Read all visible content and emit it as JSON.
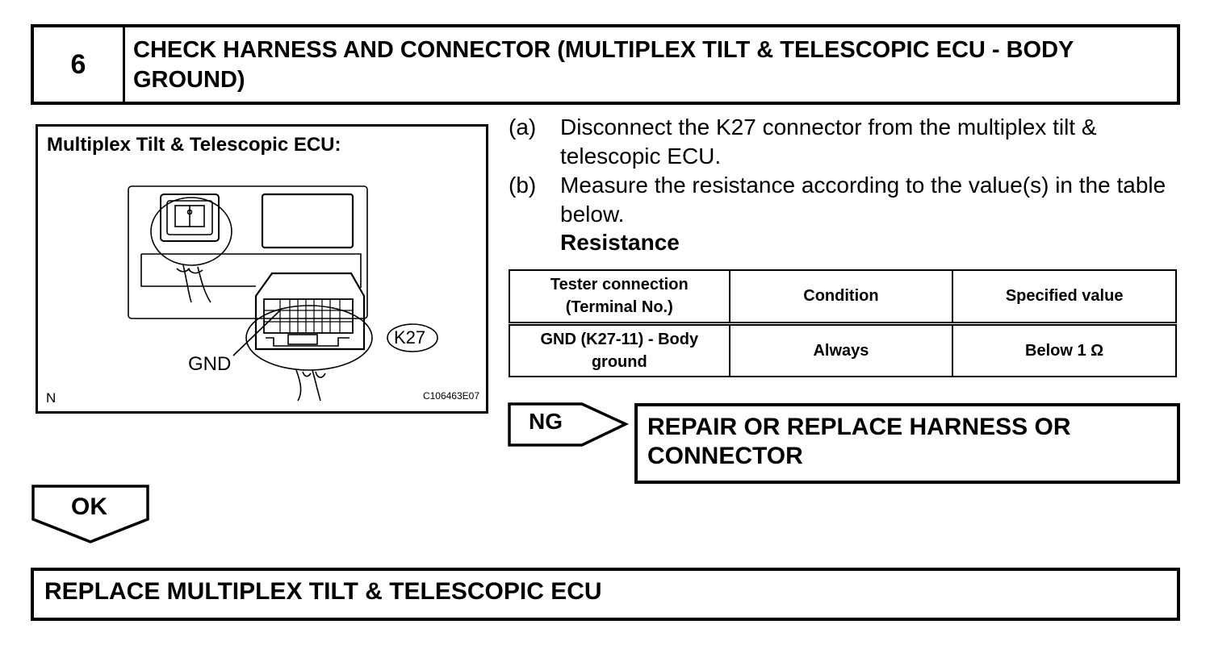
{
  "step": {
    "number": "6",
    "title": "CHECK HARNESS AND CONNECTOR (MULTIPLEX TILT & TELESCOPIC ECU - BODY GROUND)"
  },
  "figure": {
    "caption": "Multiplex Tilt & Telescopic ECU:",
    "gnd_label": "GND",
    "connector_label": "K27",
    "corner_label": "N",
    "figure_code": "C106463E07"
  },
  "instructions": [
    {
      "label": "(a)",
      "text": "Disconnect the K27 connector from the multiplex tilt & telescopic ECU."
    },
    {
      "label": "(b)",
      "text": "Measure the resistance according to the value(s) in the table below."
    }
  ],
  "table": {
    "title": "Resistance",
    "headers": [
      "Tester connection (Terminal No.)",
      "Condition",
      "Specified value"
    ],
    "rows": [
      [
        "GND (K27-11) - Body ground",
        "Always",
        "Below 1 Ω"
      ]
    ]
  },
  "ng": {
    "label": "NG",
    "result": "REPAIR OR REPLACE HARNESS OR CONNECTOR"
  },
  "ok": {
    "label": "OK",
    "result": "REPLACE MULTIPLEX TILT & TELESCOPIC ECU"
  }
}
